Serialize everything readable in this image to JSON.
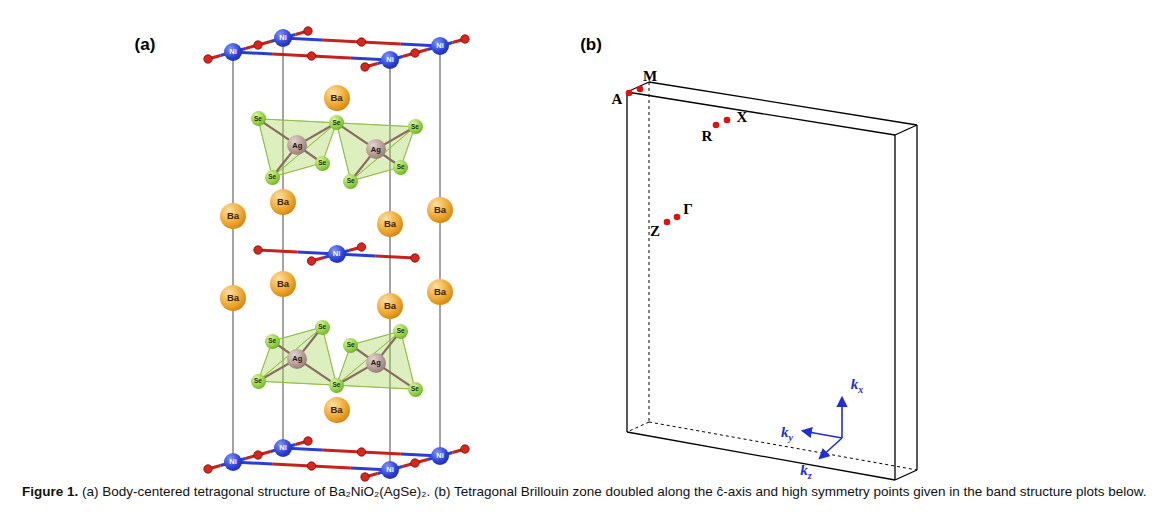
{
  "diagram": {
    "caption": "Figure 1. (a) Body-centered tetragonal structure of Ba₂NiO₂(AgSe)₂. (b) Tetragonal Brillouin zone doubled along the ĉ-axis and high symmetry points given in the band structure plots below.",
    "nodes": [
      {
        "text": [
          "Ni"
        ]
      },
      {
        "text": [
          "Ni"
        ]
      },
      {
        "text": [
          "Ni"
        ]
      },
      {
        "text": [
          "Ni"
        ]
      },
      {
        "text": [
          "Ba"
        ]
      },
      {
        "text": [
          "Se"
        ]
      },
      {
        "text": [
          "Se"
        ]
      },
      {
        "text": [
          "Se"
        ]
      },
      {
        "text": [
          "Ag"
        ]
      },
      {
        "text": [
          "Ag"
        ]
      },
      {
        "text": [
          "Se"
        ]
      },
      {
        "text": [
          "Se"
        ]
      },
      {
        "text": [
          "Se"
        ]
      },
      {
        "text": [
          "Se"
        ]
      },
      {
        "text": [
          "Ba"
        ]
      },
      {
        "text": [
          "Ba"
        ]
      },
      {
        "text": [
          "Ba"
        ]
      },
      {
        "text": [
          "Ba"
        ]
      },
      {
        "text": [
          "Ni"
        ]
      },
      {
        "text": [
          "Ba"
        ]
      },
      {
        "text": [
          "Ba"
        ]
      },
      {
        "text": [
          "Ba"
        ]
      },
      {
        "text": [
          "Ba"
        ]
      },
      {
        "text": [
          "Se"
        ]
      },
      {
        "text": [
          "Se"
        ]
      },
      {
        "text": [
          "Se"
        ]
      },
      {
        "text": [
          "Se"
        ]
      },
      {
        "text": [
          "Ag"
        ]
      },
      {
        "text": [
          "Ag"
        ]
      },
      {
        "text": [
          "Se"
        ]
      },
      {
        "text": [
          "Se"
        ]
      },
      {
        "text": [
          "Se"
        ]
      },
      {
        "text": [
          "Ba"
        ]
      },
      {
        "text": [
          "Ni"
        ]
      },
      {
        "text": [
          "Ni"
        ]
      },
      {
        "text": [
          "Ni"
        ]
      },
      {
        "text": [
          "Ni"
        ]
      }
    ],
    "labels": [
      "(a)",
      "(b)",
      "A",
      "M",
      "X",
      "R",
      "Z",
      "Γ",
      "kx",
      "ky",
      "kz"
    ]
  }
}
